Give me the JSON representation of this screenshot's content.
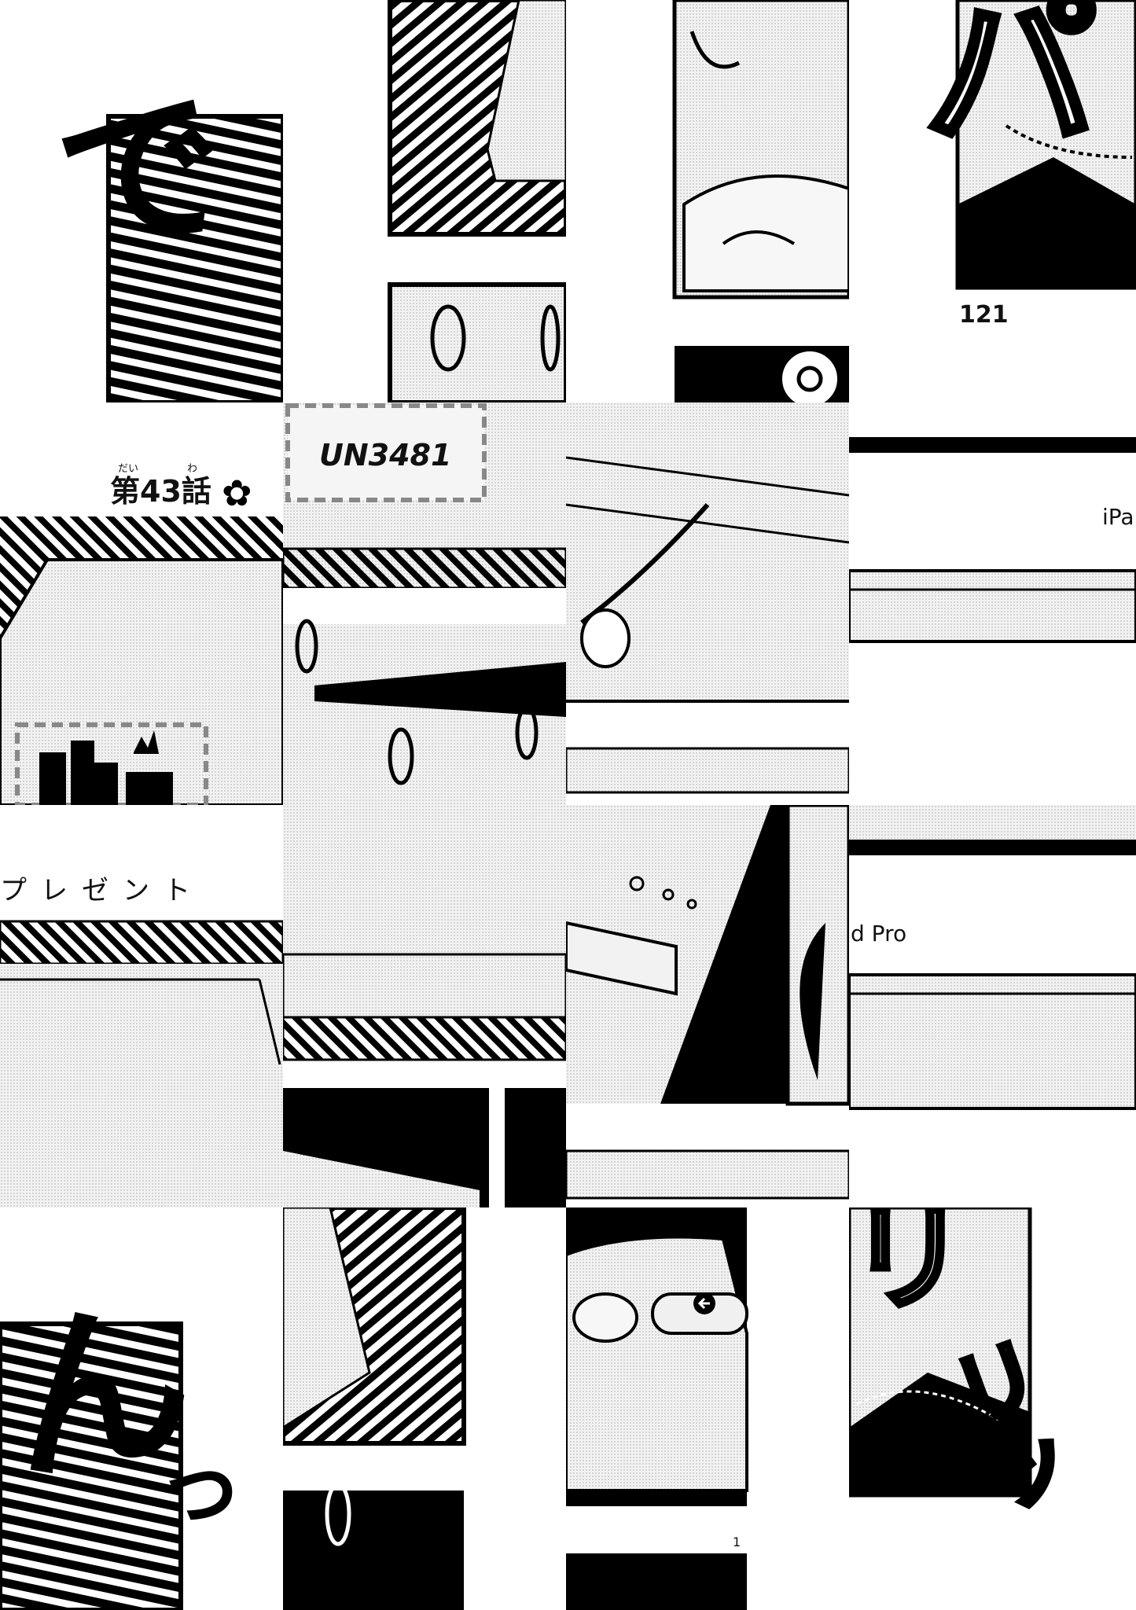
{
  "chapter": {
    "furigana_dai": "だい",
    "furigana_wa": "わ",
    "title": "第43話"
  },
  "sfx": {
    "de": "で",
    "n": "ん",
    "tsu": "っ",
    "pa": "パ",
    "ri": "リ",
    "ritsu": "リッ"
  },
  "caption_present": "プレゼント",
  "shipping_label_code": "UN3481",
  "product_text_left": "iPa",
  "product_text_right": "d Pro",
  "page_number": "121",
  "small_page_mark": "1",
  "colors": {
    "ink": "#000000",
    "paper": "#ffffff",
    "screentone": "#e6e6e6"
  },
  "icons": [
    "flower-icon",
    "battery-hazard-icon",
    "arrow-left-circle-icon"
  ]
}
